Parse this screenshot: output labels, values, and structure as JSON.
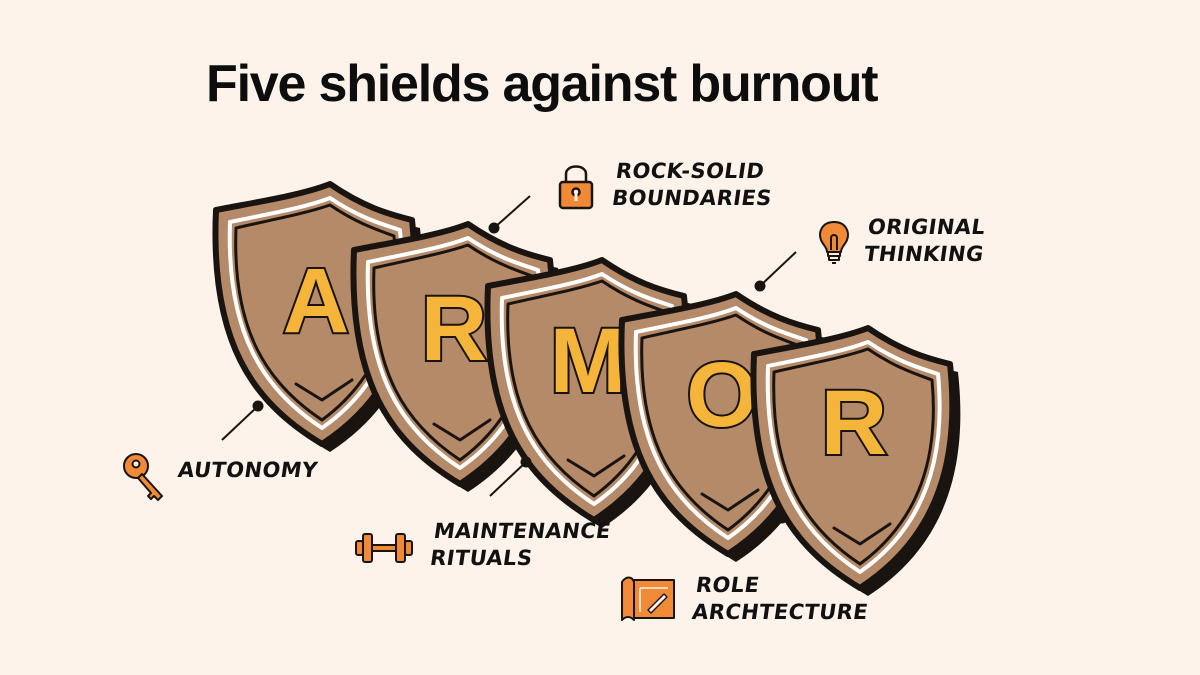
{
  "title": "Five shields against burnout",
  "colors": {
    "background": "#fdf3ea",
    "shield": "#b58a69",
    "shield_outline": "#1a1410",
    "letter": "#f4b53a",
    "accent": "#f18a36"
  },
  "shields": [
    {
      "letter": "A"
    },
    {
      "letter": "R"
    },
    {
      "letter": "M"
    },
    {
      "letter": "O"
    },
    {
      "letter": "R"
    }
  ],
  "labels": {
    "autonomy": {
      "line1": "AUTONOMY",
      "icon": "key-icon"
    },
    "rock_solid": {
      "line1": "ROCK-SOLID",
      "line2": "BOUNDARIES",
      "icon": "padlock-icon"
    },
    "maintenance": {
      "line1": "MAINTENANCE",
      "line2": "RITUALS",
      "icon": "dumbbell-icon"
    },
    "original": {
      "line1": "ORIGINAL",
      "line2": "THINKING",
      "icon": "lightbulb-icon"
    },
    "role": {
      "line1": "ROLE",
      "line2": "ARCHTECTURE",
      "icon": "blueprint-icon"
    }
  }
}
